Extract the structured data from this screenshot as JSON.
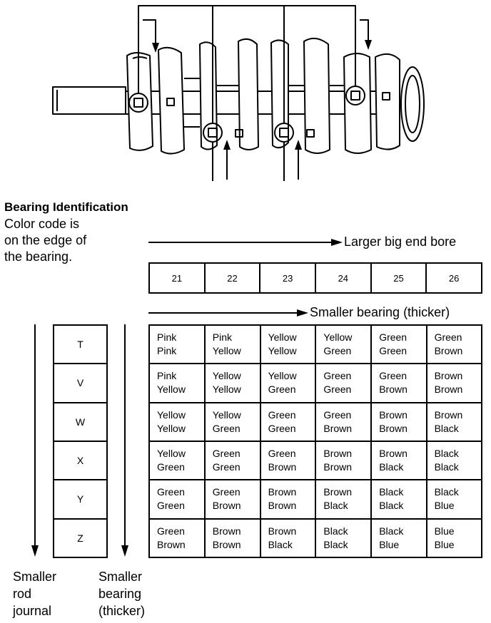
{
  "section_title": "Bearing Identification",
  "note": "Color code is\non the edge of\nthe bearing.",
  "bore_arrow_label": "Larger big end bore",
  "bearing_arrow_label": "Smaller bearing (thicker)",
  "bore_codes": [
    "21",
    "22",
    "23",
    "24",
    "25",
    "26"
  ],
  "journal_codes": [
    "T",
    "V",
    "W",
    "X",
    "Y",
    "Z"
  ],
  "color_grid": [
    [
      [
        "Pink",
        "Pink"
      ],
      [
        "Pink",
        "Yellow"
      ],
      [
        "Yellow",
        "Yellow"
      ],
      [
        "Yellow",
        "Green"
      ],
      [
        "Green",
        "Green"
      ],
      [
        "Green",
        "Brown"
      ]
    ],
    [
      [
        "Pink",
        "Yellow"
      ],
      [
        "Yellow",
        "Yellow"
      ],
      [
        "Yellow",
        "Green"
      ],
      [
        "Green",
        "Green"
      ],
      [
        "Green",
        "Brown"
      ],
      [
        "Brown",
        "Brown"
      ]
    ],
    [
      [
        "Yellow",
        "Yellow"
      ],
      [
        "Yellow",
        "Green"
      ],
      [
        "Green",
        "Green"
      ],
      [
        "Green",
        "Brown"
      ],
      [
        "Brown",
        "Brown"
      ],
      [
        "Brown",
        "Black"
      ]
    ],
    [
      [
        "Yellow",
        "Green"
      ],
      [
        "Green",
        "Green"
      ],
      [
        "Green",
        "Brown"
      ],
      [
        "Brown",
        "Brown"
      ],
      [
        "Brown",
        "Black"
      ],
      [
        "Black",
        "Black"
      ]
    ],
    [
      [
        "Green",
        "Green"
      ],
      [
        "Green",
        "Brown"
      ],
      [
        "Brown",
        "Brown"
      ],
      [
        "Brown",
        "Black"
      ],
      [
        "Black",
        "Black"
      ],
      [
        "Black",
        "Blue"
      ]
    ],
    [
      [
        "Green",
        "Brown"
      ],
      [
        "Brown",
        "Brown"
      ],
      [
        "Brown",
        "Black"
      ],
      [
        "Black",
        "Black"
      ],
      [
        "Black",
        "Blue"
      ],
      [
        "Blue",
        "Blue"
      ]
    ]
  ],
  "rod_journal_label": "Smaller\nrod\njournal",
  "bearing_label": "Smaller\nbearing\n(thicker)"
}
